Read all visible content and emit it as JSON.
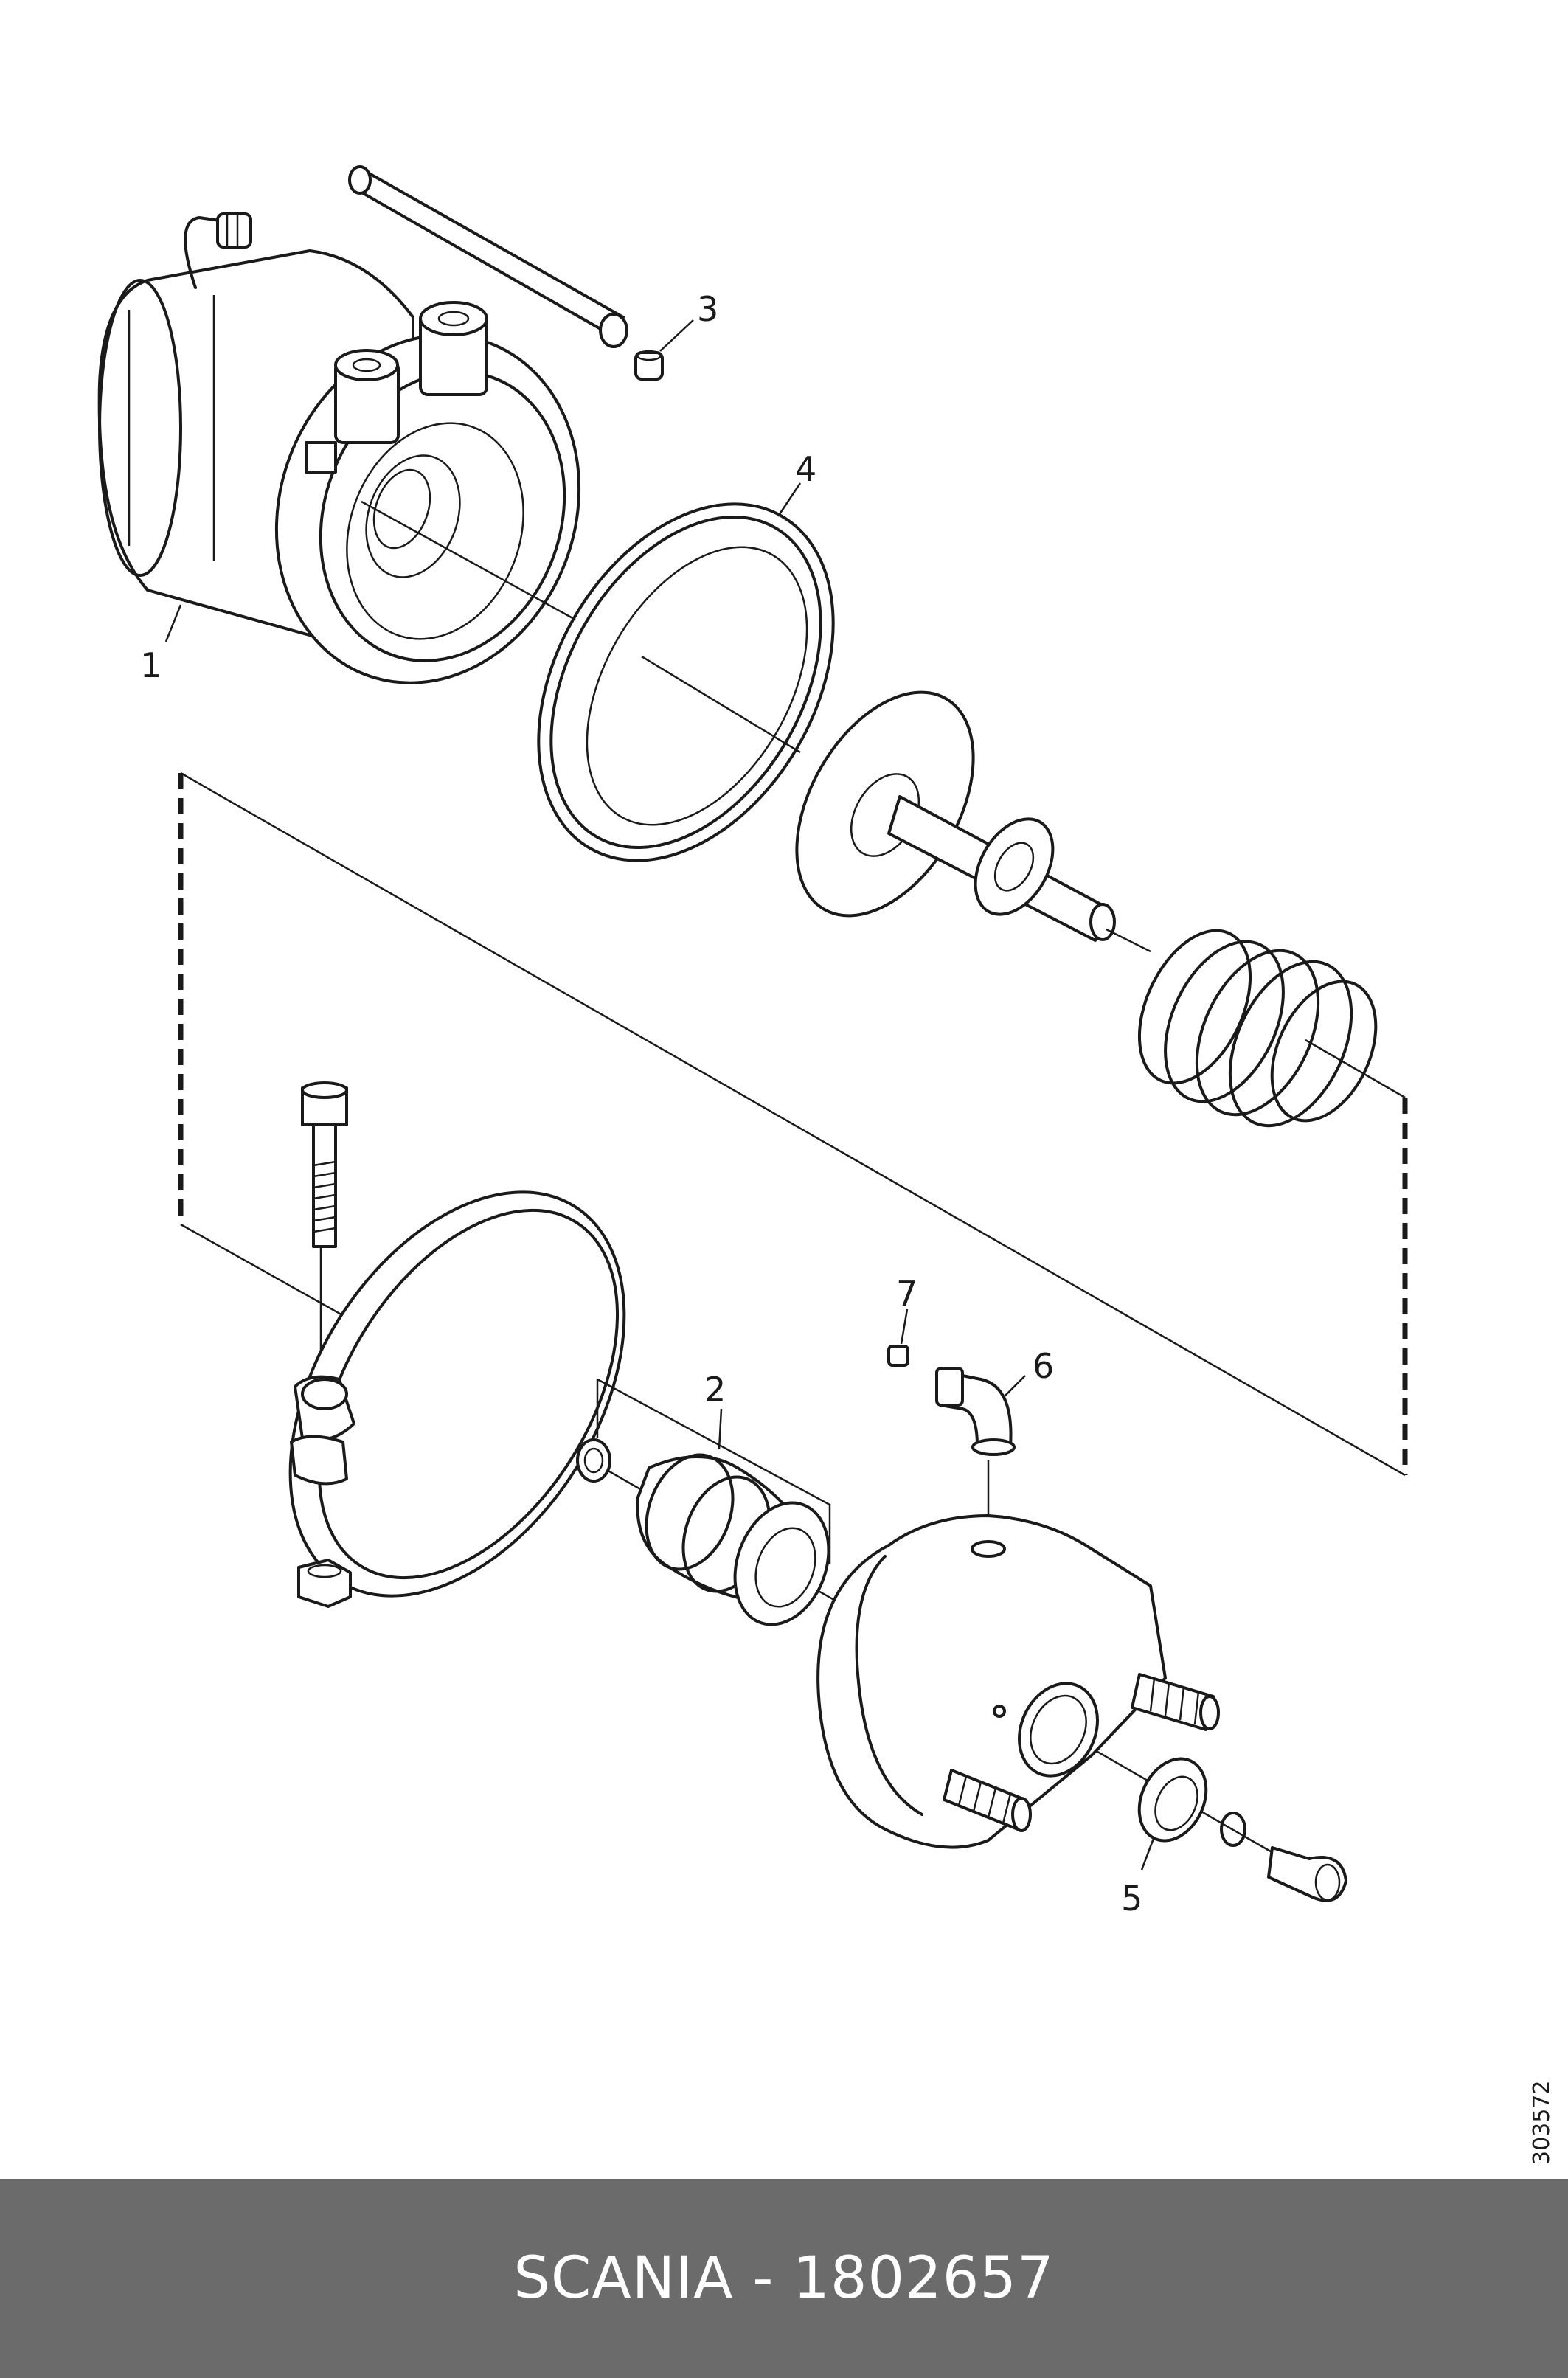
{
  "callouts": {
    "c1": "1",
    "c2": "2",
    "c3": "3",
    "c4": "4",
    "c5": "5",
    "c6": "6",
    "c7": "7"
  },
  "drawing_number": "303572",
  "footer": {
    "brand": "SCANIA",
    "separator": " - ",
    "part_number": "1802657"
  }
}
